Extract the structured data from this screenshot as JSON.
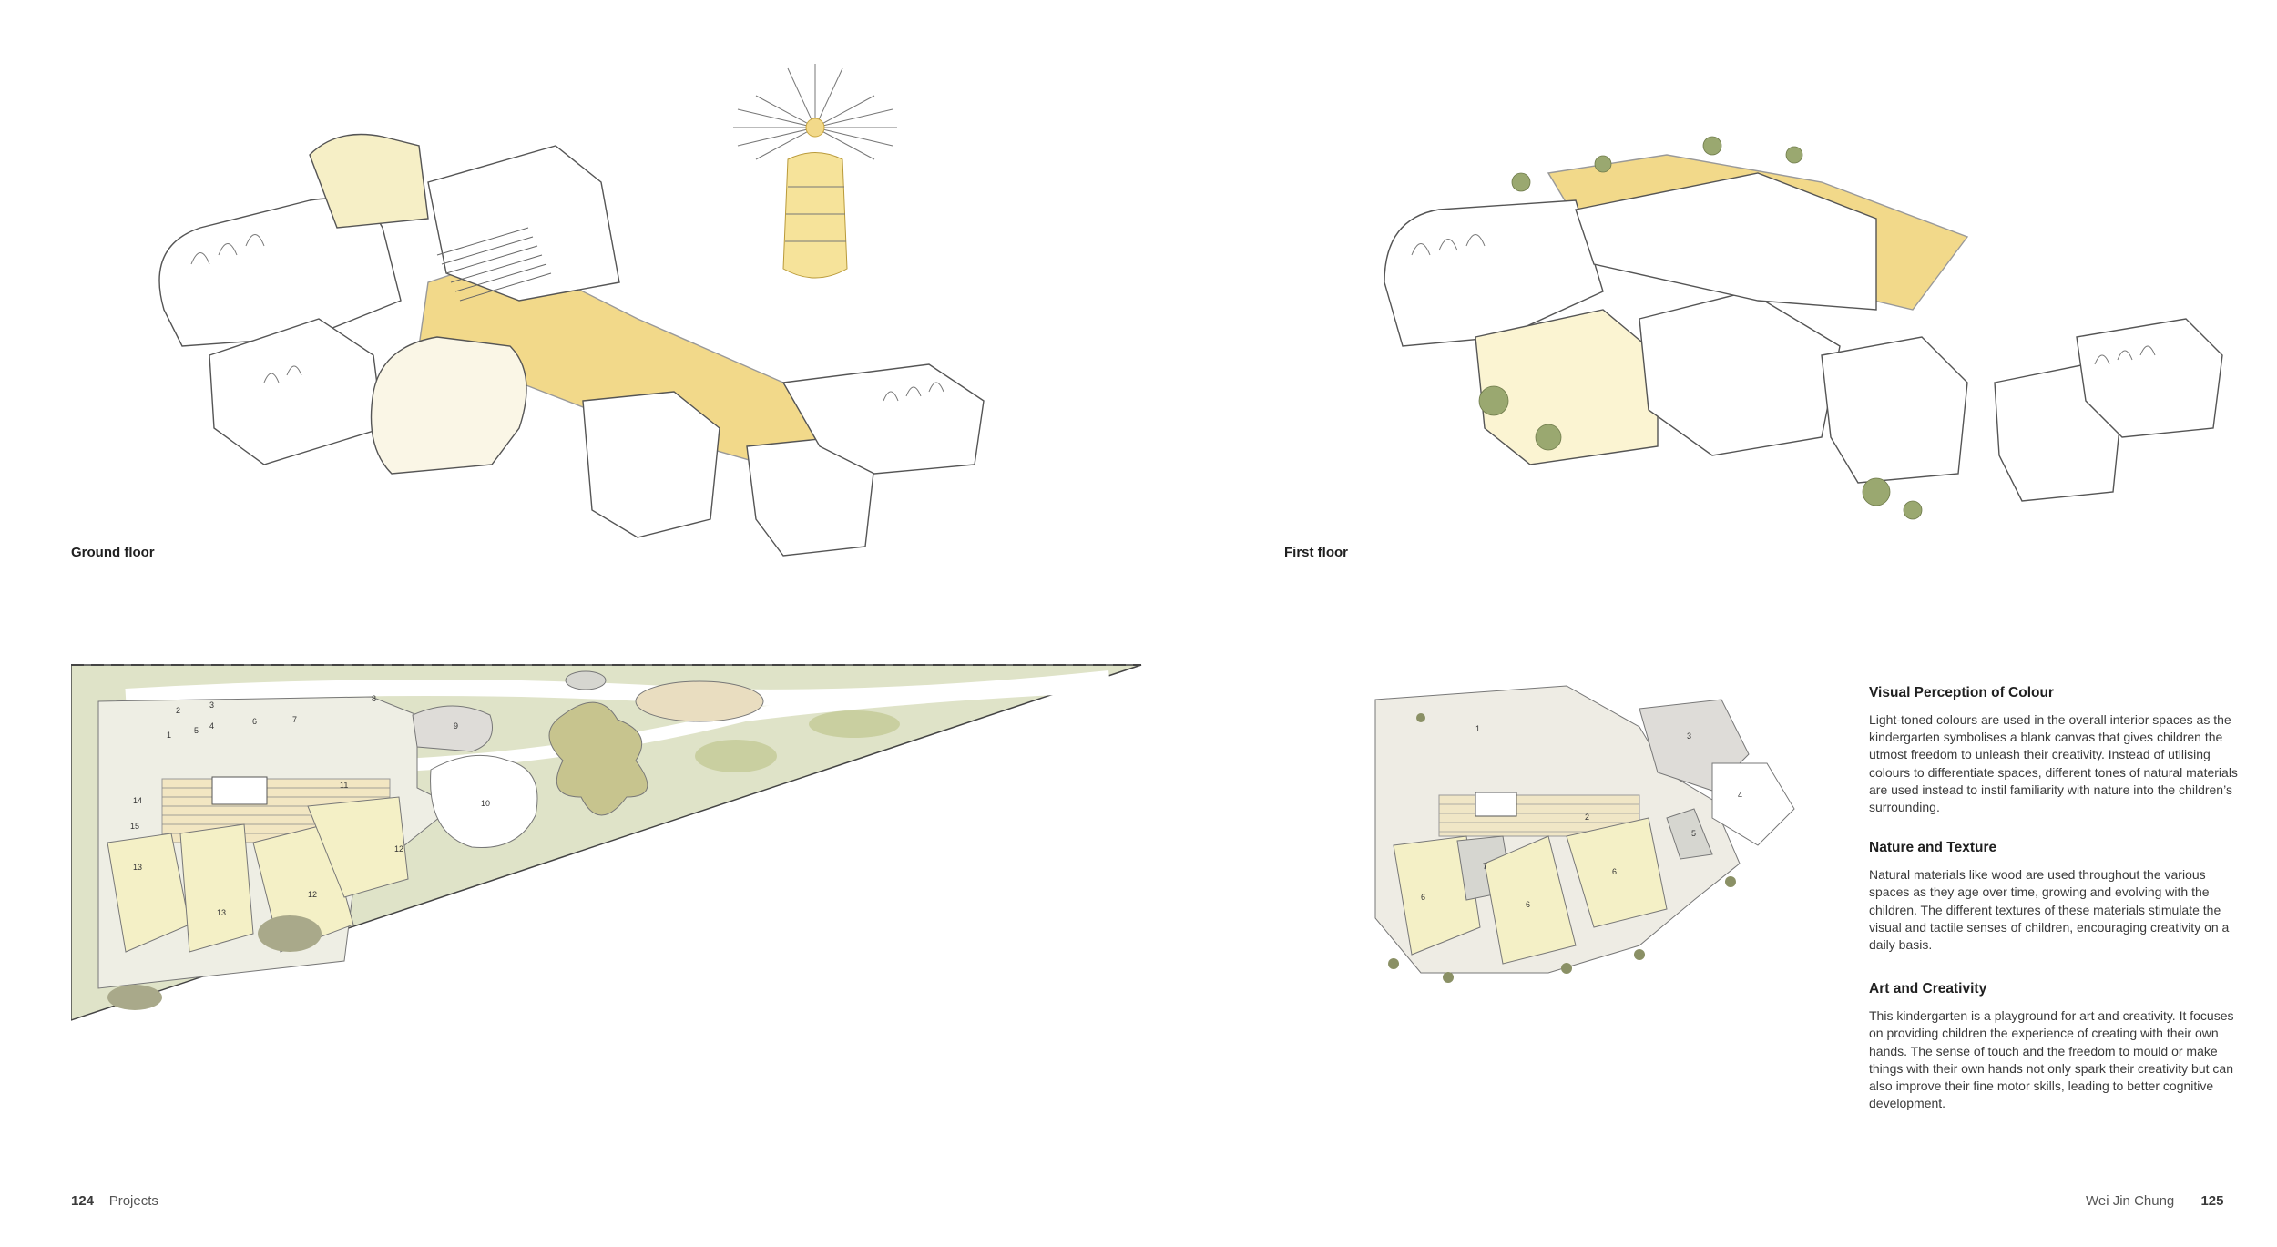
{
  "left_page": {
    "ground_floor_caption": "Ground floor",
    "footer": {
      "page_number": "124",
      "section": "Projects"
    }
  },
  "right_page": {
    "first_floor_caption": "First floor",
    "sections": [
      {
        "heading": "Visual Perception of Colour",
        "body": "Light-toned colours are used in the overall interior spaces as the kindergarten symbolises a blank canvas that gives children the utmost freedom to unleash their creativity. Instead of utilising colours to differentiate spaces, different tones of natural materials are used instead to instil familiarity with nature into the children’s surrounding."
      },
      {
        "heading": "Nature and Texture",
        "body": "Natural materials like wood are used throughout the various spaces as they age over time, growing and evolving with the children. The different textures of these materials stimulate the visual and tactile senses of children, encouraging creativity on a daily basis."
      },
      {
        "heading": "Art and Creativity",
        "body": "This kindergarten is a playground for art and creativity. It focuses on providing children the experience of creating with their own hands. The sense of touch and the freedom to mould or make things with their own hands not only spark their creativity but can also improve their fine motor skills, leading to better cognitive development."
      }
    ],
    "footer": {
      "author": "Wei Jin Chung",
      "page_number": "125"
    }
  },
  "site_plan_labels": [
    "1",
    "2",
    "3",
    "4",
    "5",
    "6",
    "7",
    "8",
    "9",
    "10",
    "11",
    "12",
    "12",
    "13",
    "13",
    "14",
    "15"
  ],
  "first_floor_plan_labels": [
    "1",
    "2",
    "3",
    "4",
    "5",
    "6",
    "6",
    "6",
    "7"
  ],
  "colors": {
    "accent_yellow": "#f2d98a",
    "pale_yellow": "#f6f0c8",
    "green": "#c9cfa0",
    "line": "#555555"
  }
}
